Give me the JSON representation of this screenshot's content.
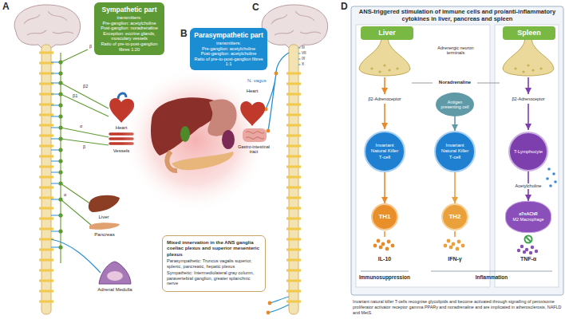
{
  "diagram": {
    "caption": "Invariant natural killer T-cells recognise glycolipids and become activated through signalling of peroxisome proliferator activator receptor gamma PPARγ and noradrenaline and are implicated in atherosclerosis, NAFLD and MetS.",
    "nodes": [
      {
        "text": [
          "Sympathetic part",
          "transmitters:",
          "Pre-ganglion: acetylcholine",
          "Post-ganglion: noradrenaline",
          "Exception: eccrine glands, musculary vessels",
          "Ratio of pre-to-post-ganglion fibres 1:20"
        ]
      },
      {
        "text": [
          "Parasympathetic part",
          "transmitters:",
          "Pre-ganglion: acetylcholine",
          "Post-ganglion: acetylcholine",
          "Ratio of pre-to-post-ganglion fibres 1:1"
        ]
      },
      {
        "text": [
          "Mixed innervation in the ANS ganglia coeliac plexus and superior mesenteric plexus",
          "Parasympathetic: Truncus vagalis superior, splenic, pancreatic, hepatic plexus",
          "Sympathetic: Intermediolateral gray column, paravertebral ganglion, greater splanchnic nerve"
        ]
      },
      {
        "text": [
          "ANS-triggered stimulation of immune cells and pro/anti-inflammatory cytokines in liver, pancreas and spleen"
        ]
      },
      {
        "text": [
          "Liver"
        ],
        "in": 3
      },
      {
        "text": [
          "Spleen"
        ],
        "in": 3
      },
      {
        "text": [
          "Antigen presenting cell"
        ],
        "in": 3
      },
      {
        "text": [
          "Invariant Natural Killer T-cell"
        ],
        "in": 3
      },
      {
        "text": [
          "Invariant Natural Killer T-cell"
        ],
        "in": 3
      },
      {
        "text": [
          "T-Lymphocyte"
        ],
        "in": 3
      },
      {
        "text": [
          "TH1"
        ],
        "in": 3
      },
      {
        "text": [
          "TH2"
        ],
        "in": 3
      },
      {
        "text": [
          "α7nAChR",
          "M2 Macrophage"
        ],
        "in": 3
      }
    ],
    "edges": [
      {
        "from": 7,
        "to": 10,
        "arrow": "to"
      },
      {
        "from": 8,
        "to": 11,
        "arrow": "to"
      },
      {
        "from": 6,
        "to": 8,
        "arrow": "to"
      },
      {
        "from": 9,
        "to": 12,
        "arrow": "to",
        "label": "Acetylcholine"
      }
    ],
    "labels": [
      "A",
      "B",
      "C",
      "D",
      "β",
      "β2",
      "β1",
      "α",
      "β",
      "α",
      "Heart",
      "Vessels",
      "Liver",
      "Pancreas",
      "Adrenal Medulla",
      "Heart",
      "Gastro-intestinal tract",
      "N. vagus",
      "III",
      "VII",
      "IX",
      "X",
      "Adrenergic neuron terminals",
      "Noradrenaline",
      "β2-Adrenoceptor",
      "β2-Adrenoceptor",
      "IL-10",
      "IFN-γ",
      "TNF-α",
      "Immunosuppression",
      "Inflammation"
    ]
  }
}
